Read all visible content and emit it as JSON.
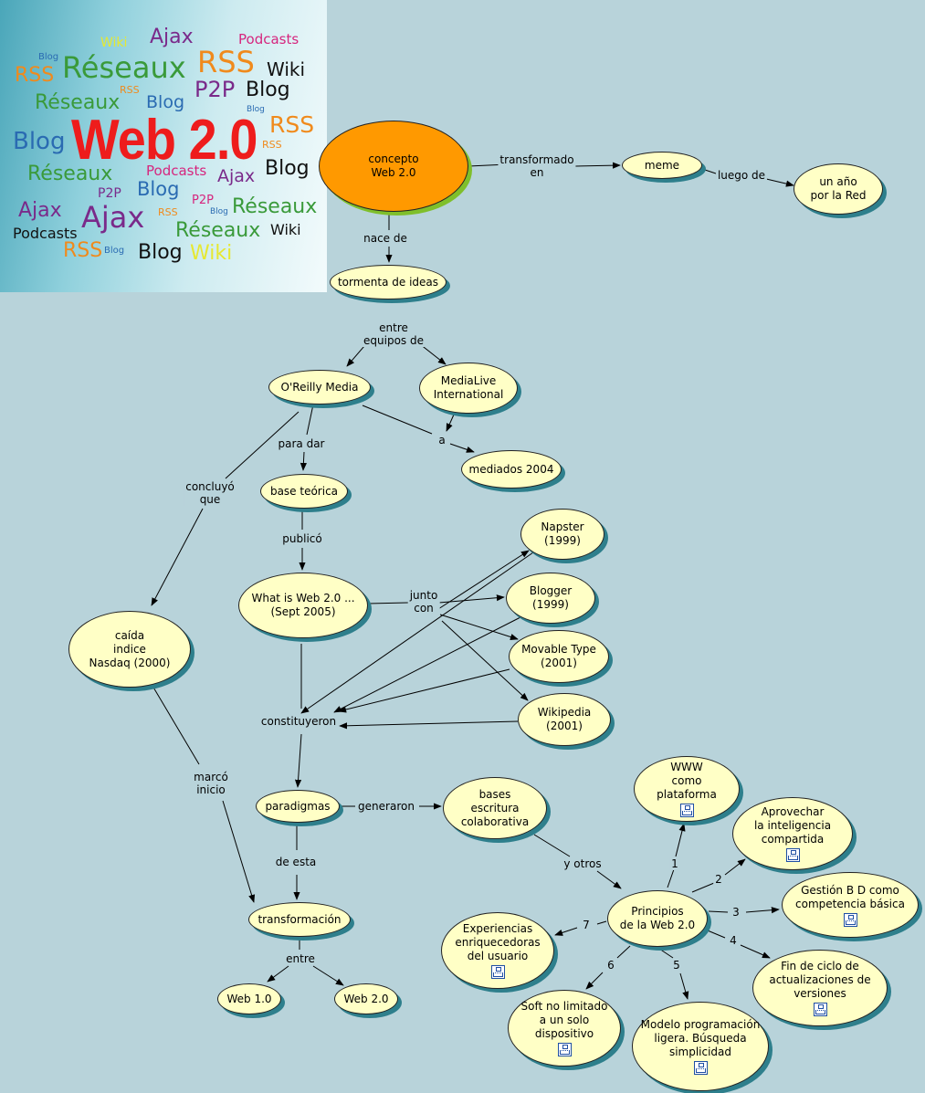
{
  "banner": {
    "title": "Web 2.0",
    "words": [
      {
        "text": "Wiki",
        "color": "#e6e832"
      },
      {
        "text": "Ajax",
        "color": "#7a2a8a"
      },
      {
        "text": "Podcasts",
        "color": "#d6267e"
      },
      {
        "text": "Blog",
        "color": "#2a6bb2"
      },
      {
        "text": "RSS",
        "color": "#f08a1c"
      },
      {
        "text": "Réseaux",
        "color": "#3a9a3a"
      },
      {
        "text": "RSS",
        "color": "#f08a1c"
      },
      {
        "text": "Wiki",
        "color": "#111111"
      },
      {
        "text": "RSS",
        "color": "#f08a1c"
      },
      {
        "text": "P2P",
        "color": "#7a2a8a"
      },
      {
        "text": "Blog",
        "color": "#111111"
      },
      {
        "text": "Réseaux",
        "color": "#3a9a3a"
      },
      {
        "text": "Blog",
        "color": "#2a6bb2"
      },
      {
        "text": "Blog",
        "color": "#2a6bb2"
      },
      {
        "text": "RSS",
        "color": "#f08a1c"
      },
      {
        "text": "Blog",
        "color": "#2a6bb2"
      },
      {
        "text": "RSS",
        "color": "#f08a1c"
      },
      {
        "text": "Réseaux",
        "color": "#3a9a3a"
      },
      {
        "text": "Podcasts",
        "color": "#d6267e"
      },
      {
        "text": "Ajax",
        "color": "#7a2a8a"
      },
      {
        "text": "Blog",
        "color": "#111111"
      },
      {
        "text": "P2P",
        "color": "#7a2a8a"
      },
      {
        "text": "Blog",
        "color": "#2a6bb2"
      },
      {
        "text": "P2P",
        "color": "#d6267e"
      },
      {
        "text": "Blog",
        "color": "#2a6bb2"
      },
      {
        "text": "Réseaux",
        "color": "#3a9a3a"
      },
      {
        "text": "Ajax",
        "color": "#7a2a8a"
      },
      {
        "text": "Ajax",
        "color": "#7a2a8a"
      },
      {
        "text": "RSS",
        "color": "#f08a1c"
      },
      {
        "text": "Réseaux",
        "color": "#3a9a3a"
      },
      {
        "text": "Podcasts",
        "color": "#111111"
      },
      {
        "text": "Wiki",
        "color": "#111111"
      },
      {
        "text": "RSS",
        "color": "#f08a1c"
      },
      {
        "text": "Blog",
        "color": "#2a6bb2"
      },
      {
        "text": "Blog",
        "color": "#111111"
      },
      {
        "text": "Wiki",
        "color": "#e6e832"
      }
    ]
  },
  "colors": {
    "node_fill": "#ffffc6",
    "main_fill": "#ff9900",
    "background": "#b8d3da",
    "shadow": "#2e7f8c"
  },
  "nodes": {
    "concepto": "concepto\nWeb 2.0",
    "meme": "meme",
    "un_ano": "un año\npor la Red",
    "tormenta": "tormenta de ideas",
    "oreilly": "O'Reilly Media",
    "medialive": "MediaLive\nInternational",
    "mediados": "mediados 2004",
    "base_teorica": "base teórica",
    "caida": "caída\nindice\nNasdaq (2000)",
    "what_is": "What is Web 2.0 ...\n(Sept 2005)",
    "napster": "Napster\n(1999)",
    "blogger": "Blogger\n(1999)",
    "movable": "Movable Type\n(2001)",
    "wikipedia": "Wikipedia\n(2001)",
    "paradigmas": "paradigmas",
    "bases_escritura": "bases\nescritura\ncolaborativa",
    "transformacion": "transformación",
    "web1": "Web 1.0",
    "web2": "Web 2.0",
    "www": "WWW\ncomo plataforma",
    "aprovechar": "Aprovechar\nla inteligencia\ncompartida",
    "principios": "Principios\nde la Web 2.0",
    "gestion": "Gestión B D como\ncompetencia básica",
    "experiencias": "Experiencias\nenriquecedoras\ndel usuario",
    "fin_ciclo": "Fin de ciclo de\nactualizaciones de\nversiones",
    "soft": "Soft no limitado\na un solo\ndispositivo",
    "modelo": "Modelo programación\nligera. Búsqueda\nsimplicidad"
  },
  "links": {
    "transformado_en": "transformado\nen",
    "luego_de": "luego de",
    "nace_de": "nace de",
    "entre_equipos": "entre\nequipos de",
    "a": "a",
    "para_dar": "para dar",
    "concluyo_que": "concluyó\nque",
    "publico": "publicó",
    "junto_con": "junto\ncon",
    "constituyeron": "constituyeron",
    "marco_inicio": "marcó\ninicio",
    "generaron": "generaron",
    "de_esta": "de esta",
    "y_otros": "y otros",
    "entre": "entre",
    "n1": "1",
    "n2": "2",
    "n3": "3",
    "n4": "4",
    "n5": "5",
    "n6": "6",
    "n7": "7"
  }
}
